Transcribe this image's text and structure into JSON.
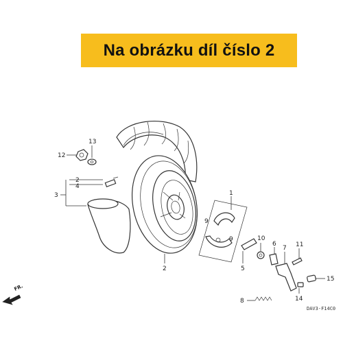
{
  "banner": {
    "text": "Na obrázku díl číslo 2",
    "background": "#f7bd1d"
  },
  "diagram": {
    "code": "DAV3-F14C0",
    "direction_label": "FR.",
    "callouts": [
      "1",
      "2",
      "2",
      "3",
      "4",
      "5",
      "6",
      "7",
      "8",
      "9",
      "9",
      "10",
      "11",
      "12",
      "13",
      "14",
      "15"
    ]
  }
}
